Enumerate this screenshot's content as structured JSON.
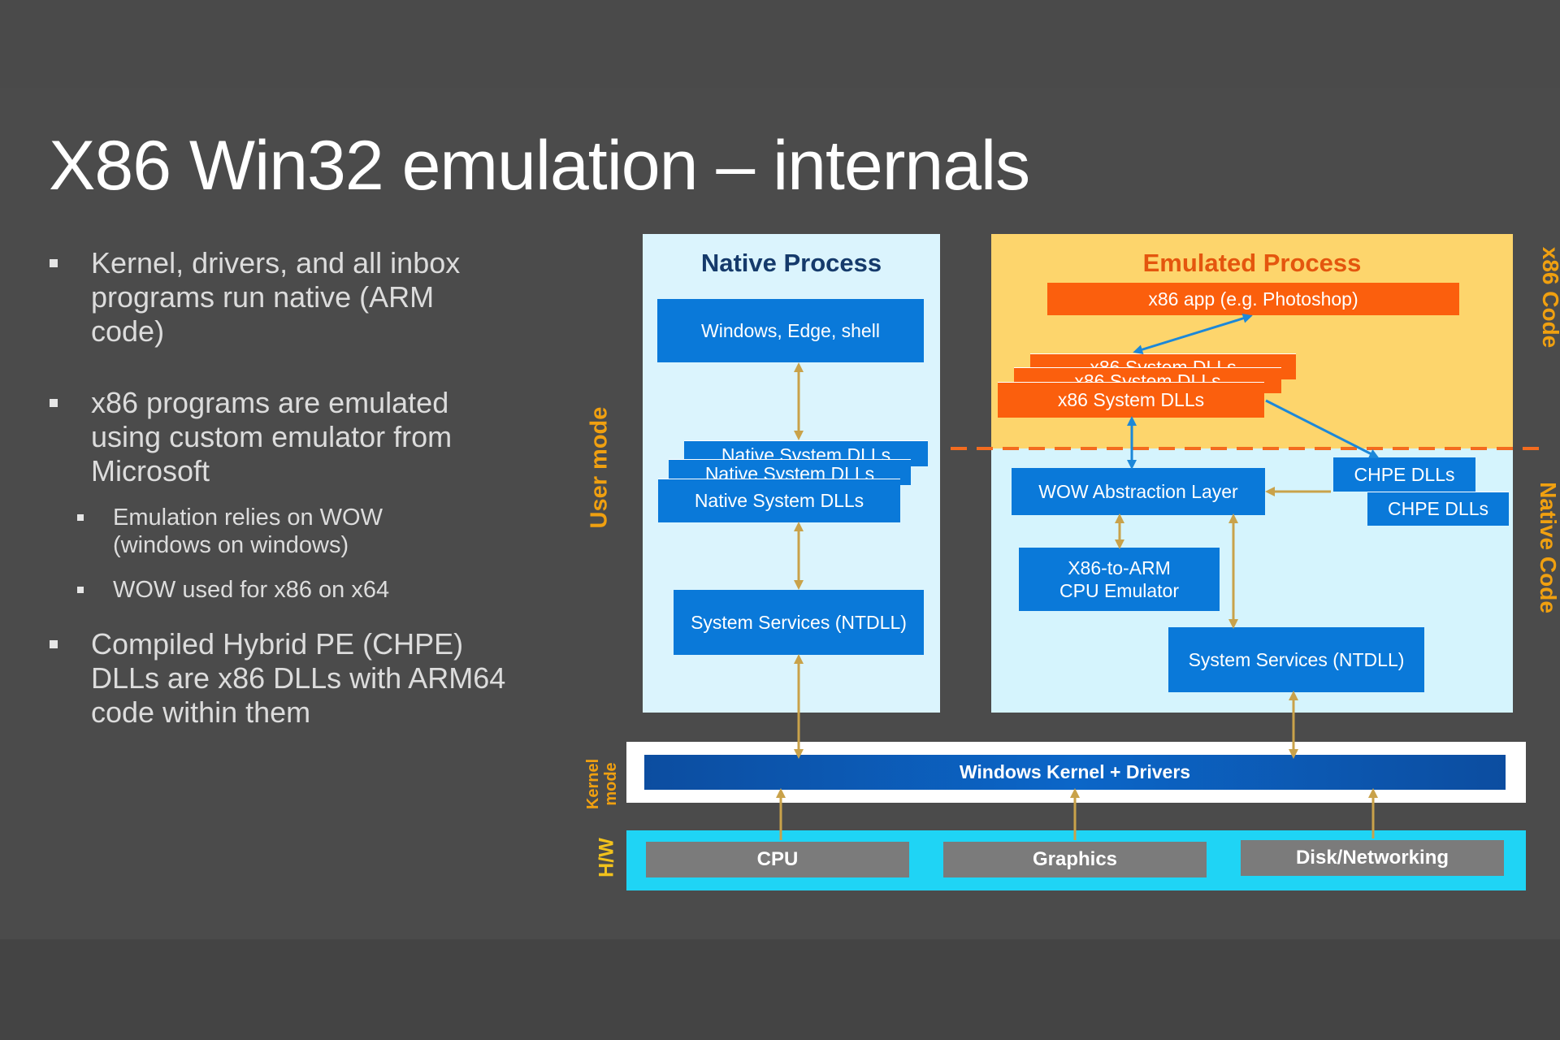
{
  "slide": {
    "title": "X86 Win32 emulation – internals",
    "bullets": [
      {
        "level": 1,
        "text": "Kernel, drivers, and all inbox programs run native (ARM code)"
      },
      {
        "level": 1,
        "text": "x86 programs are emulated using custom emulator from Microsoft"
      },
      {
        "level": 2,
        "text": "Emulation relies on WOW (windows on windows)"
      },
      {
        "level": 2,
        "text": "WOW used for x86 on x64"
      },
      {
        "level": 1,
        "text": "Compiled Hybrid PE (CHPE) DLLs are x86 DLLs with ARM64 code within them"
      }
    ]
  },
  "diagram": {
    "native_process": {
      "title": "Native Process",
      "windows_edge_shell": "Windows, Edge, shell",
      "native_system_dlls_back2": "Native System DLLs",
      "native_system_dlls_back1": "Native System DLLs",
      "native_system_dlls": "Native System DLLs",
      "system_services": "System Services (NTDLL)"
    },
    "emulated_process": {
      "title": "Emulated Process",
      "x86_app": "x86 app (e.g. Photoshop)",
      "x86_system_dlls_back2": "x86 System DLLs",
      "x86_system_dlls_back1": "x86 System DLLs",
      "x86_system_dlls": "x86 System DLLs",
      "wow_layer": "WOW Abstraction Layer",
      "chpe_dlls_1": "CHPE DLLs",
      "chpe_dlls_2": "CHPE DLLs",
      "x86_to_arm": "X86-to-ARM",
      "cpu_emulator": "CPU Emulator",
      "system_services": "System Services (NTDLL)"
    },
    "kernel": "Windows Kernel + Drivers",
    "hardware": [
      "CPU",
      "Graphics",
      "Disk/Networking"
    ],
    "side_labels": {
      "user_mode": "User mode",
      "kernel_mode": "Kernel mode",
      "hw": "H/W",
      "x86_code": "x86 Code",
      "native_code": "Native Code"
    },
    "colors": {
      "native_panel": "#dbf4fd",
      "emulated_x86_zone": "#fdd56c",
      "native_code_zone": "#d5f4fd",
      "blue_box": "#0a79d9",
      "orange_box": "#fb5f0d",
      "kernel_bar": "#0c52a2",
      "hw_band": "#1fd4f5",
      "gold_connector": "#c9a24a",
      "blue_connector": "#1c88d9",
      "label_orange": "#f0a010",
      "native_title": "#153a6b",
      "emulated_title": "#e4560e"
    }
  }
}
